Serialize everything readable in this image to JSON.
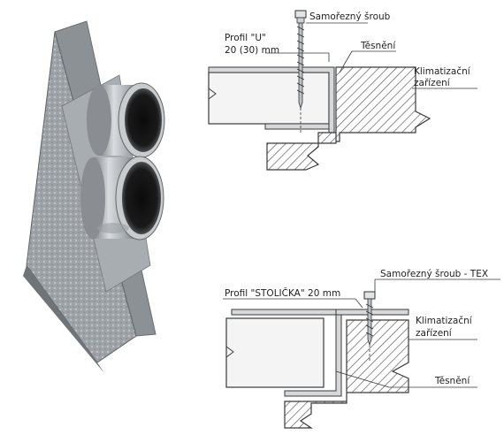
{
  "diagrams": {
    "top": {
      "profile_label_line1": "Profil \"U\"",
      "profile_label_line2": "20 (30) mm",
      "screw_label": "Samořezný šroub",
      "seal_label": "Těsnění",
      "unit_label_line1": "Klimatizační",
      "unit_label_line2": "zařízení"
    },
    "bottom": {
      "screw_label": "Samořezný šroub - TEX",
      "profile_label": "Profil \"STOLIČKA\" 20 mm",
      "unit_label_line1": "Klimatizační",
      "unit_label_line2": "zařízení",
      "seal_label": "Těsnění"
    }
  },
  "colors": {
    "line": "#3a3a3a",
    "panel_fill": "#f4f4f4",
    "hatch": "#555555",
    "metal": "#bfc3c6"
  }
}
